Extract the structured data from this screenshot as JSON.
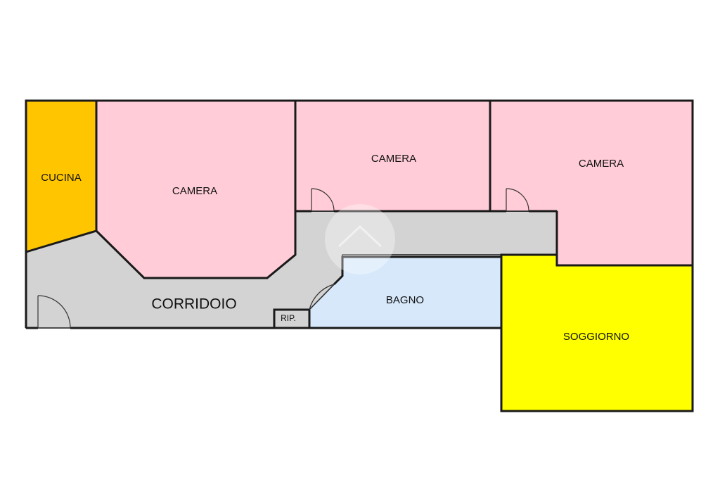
{
  "rooms": {
    "cucina": {
      "label": "CUCINA",
      "color": "#FFC600"
    },
    "camera_1": {
      "label": "CAMERA",
      "color": "#FFCCD8"
    },
    "camera_2": {
      "label": "CAMERA",
      "color": "#FFCCD8"
    },
    "camera_3": {
      "label": "CAMERA",
      "color": "#FFCCD8"
    },
    "corridoio": {
      "label": "CORRIDOIO",
      "color": "#D3D3D3"
    },
    "ripostiglio": {
      "label": "RIP.",
      "color": "#D3D3D3"
    },
    "bagno": {
      "label": "BAGNO",
      "color": "#D6E8FA"
    },
    "soggiorno": {
      "label": "SOGGIORNO",
      "color": "#FFFF00"
    }
  }
}
